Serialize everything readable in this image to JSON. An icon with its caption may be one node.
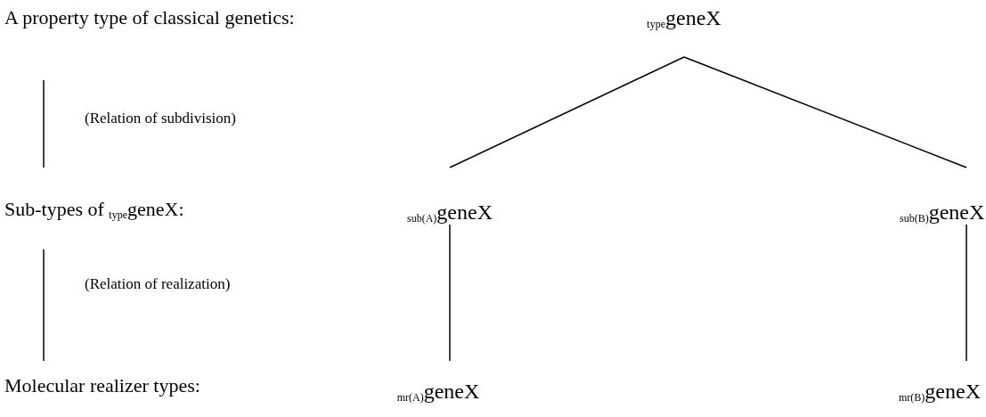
{
  "diagram": {
    "nodes": [
      {
        "text": [
          "$_{type}$geneX"
        ]
      },
      {
        "text": [
          "$_{sub(A)}$geneX"
        ]
      },
      {
        "text": [
          "$_{sub(B)}$geneX"
        ]
      },
      {
        "text": [
          "$_{mr(A)}$geneX"
        ]
      },
      {
        "text": [
          "$_{mr(B)}$geneX"
        ]
      }
    ],
    "edges": [
      {
        "from": 0,
        "to": 1,
        "arrow": "none"
      },
      {
        "from": 0,
        "to": 2,
        "arrow": "none"
      },
      {
        "from": 1,
        "to": 3,
        "arrow": "none"
      },
      {
        "from": 2,
        "to": 4,
        "arrow": "none"
      }
    ],
    "labels": [
      "A property type of classical genetics:",
      "(Relation of subdivision)",
      "Sub-types of $_{type}$geneX:",
      "(Relation of realization)",
      "Molecular realizer types:"
    ]
  }
}
